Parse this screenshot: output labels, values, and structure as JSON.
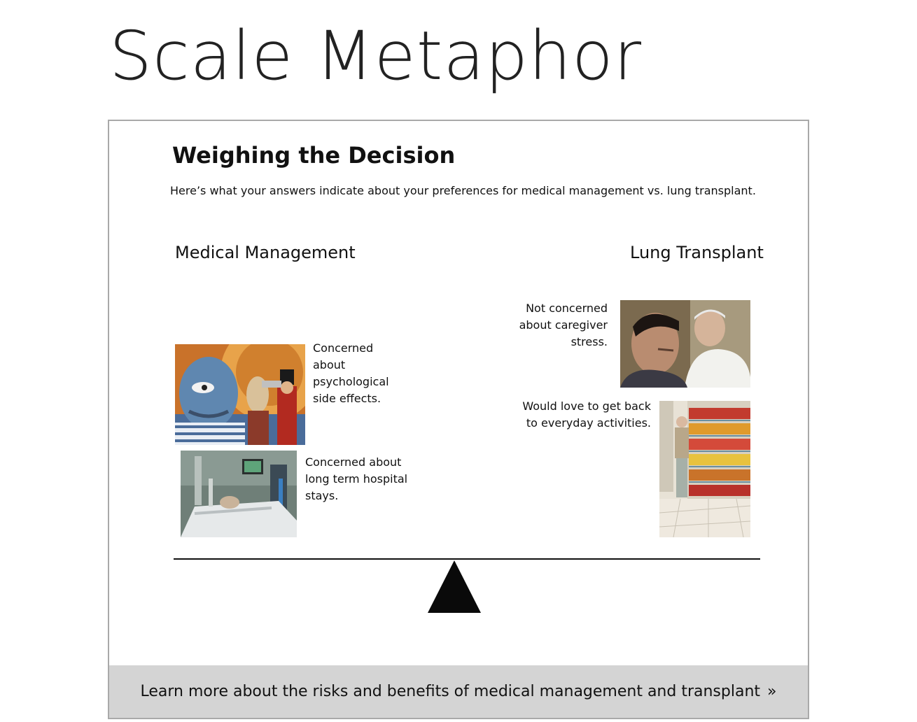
{
  "slide": {
    "title": "Scale Metaphor"
  },
  "panel": {
    "heading": "Weighing the Decision",
    "subheading": "Here’s what your answers indicate about your preferences for medical management vs. lung transplant.",
    "left_label": "Medical Management",
    "right_label": "Lung Transplant",
    "left_items": [
      {
        "text": "Concerned about psychological side effects.",
        "image": "caricature-illustration"
      },
      {
        "text": "Concerned about long term hospital stays.",
        "image": "hospital-bed-photo"
      }
    ],
    "right_items": [
      {
        "text": "Not concerned about caregiver stress.",
        "image": "two-men-photo"
      },
      {
        "text": "Would love to get back to everyday activities.",
        "image": "grocery-shopping-photo"
      }
    ],
    "footer_link": "Learn more about the risks and benefits of medical management and transplant",
    "footer_icon": "double-chevron-right-icon"
  }
}
